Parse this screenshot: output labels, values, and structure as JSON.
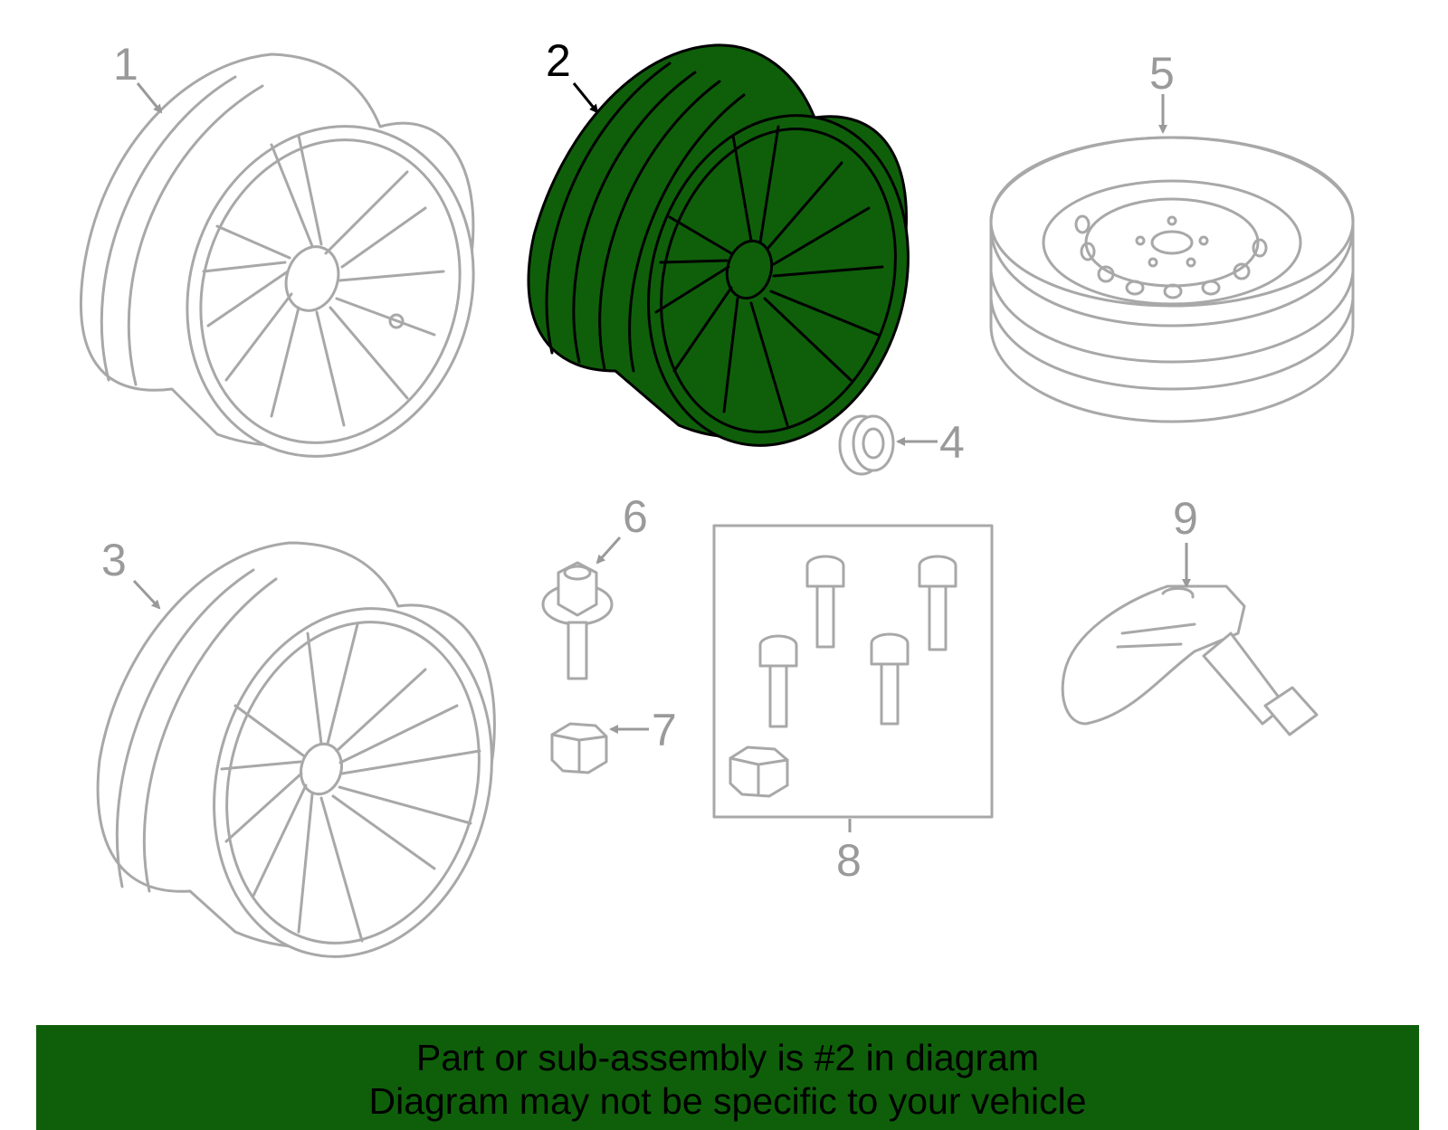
{
  "callouts": {
    "c1": "1",
    "c2": "2",
    "c3": "3",
    "c4": "4",
    "c5": "5",
    "c6": "6",
    "c7": "7",
    "c8": "8",
    "c9": "9"
  },
  "highlighted_part": "2",
  "colors": {
    "highlight": "#0f5f0a",
    "outline": "#a8a8a8",
    "banner": "#0f5f0a"
  },
  "banner": {
    "line1": "Part or sub-assembly is #2 in diagram",
    "line2": "Diagram may not be specific to your vehicle"
  }
}
